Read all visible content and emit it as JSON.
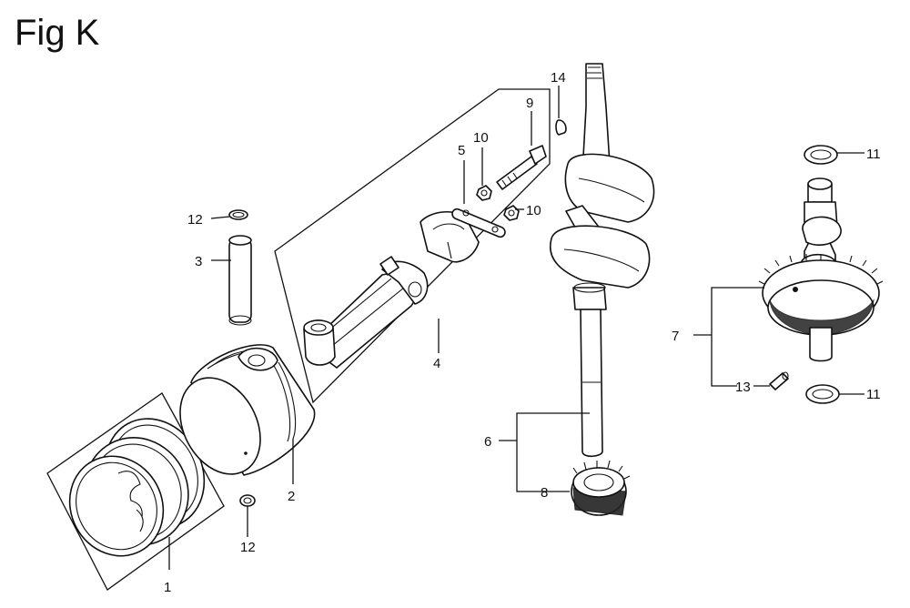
{
  "figure": {
    "title": "Fig K",
    "callouts": [
      "1",
      "2",
      "3",
      "4",
      "5",
      "6",
      "7",
      "8",
      "9",
      "10",
      "10",
      "11",
      "11",
      "12",
      "12",
      "13",
      "14"
    ]
  }
}
